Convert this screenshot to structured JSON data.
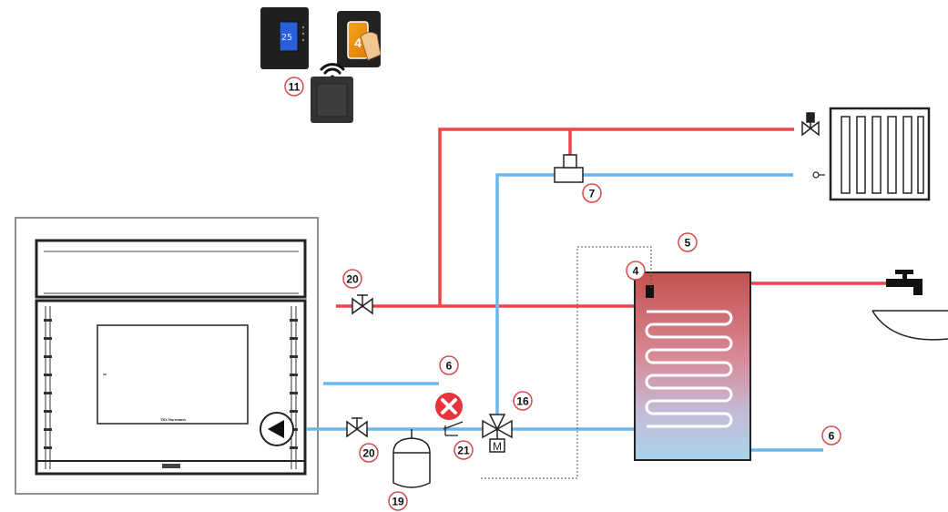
{
  "diagram": {
    "callouts": [
      {
        "id": "c11",
        "label": "11"
      },
      {
        "id": "c7",
        "label": "7"
      },
      {
        "id": "c5",
        "label": "5"
      },
      {
        "id": "c4",
        "label": "4"
      },
      {
        "id": "c20a",
        "label": "20"
      },
      {
        "id": "c6a",
        "label": "6"
      },
      {
        "id": "c16",
        "label": "16"
      },
      {
        "id": "c21",
        "label": "21"
      },
      {
        "id": "c20b",
        "label": "20"
      },
      {
        "id": "c19",
        "label": "19"
      },
      {
        "id": "c6b",
        "label": "6"
      }
    ],
    "fireplace_brand": "TEX Horrmann",
    "controller_display": "25",
    "app_icon_label": "4",
    "valve_motor_label": "M",
    "colors": {
      "hot_line": "#f0444a",
      "cold_line": "#6ab7f0",
      "callout_ring": "#d94a4a",
      "error_badge": "#e8333a",
      "tank_top": "#c45050",
      "tank_bottom": "#a9d3ea"
    }
  }
}
